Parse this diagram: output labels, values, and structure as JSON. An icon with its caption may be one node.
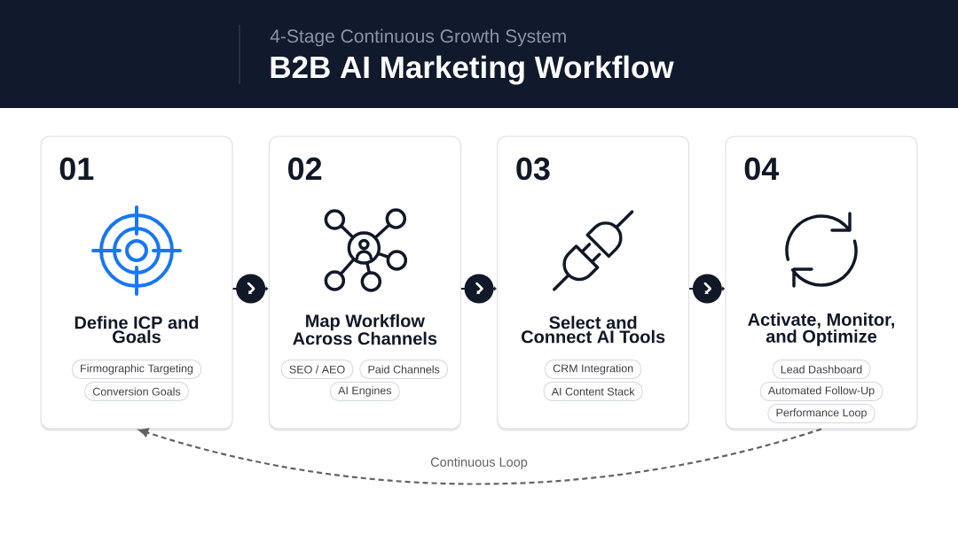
{
  "diagram": {
    "title": "B2B AI Marketing Workflow",
    "nodes": [
      {
        "text": [
          "01",
          "Define ICP and Goals"
        ]
      },
      {
        "text": [
          "Firmographic Targeting"
        ],
        "in": 0
      },
      {
        "text": [
          "Conversion Goals"
        ],
        "in": 0
      },
      {
        "text": [
          "02",
          "Map Workflow Across Channels"
        ]
      },
      {
        "text": [
          "SEO / AEO"
        ],
        "in": 3
      },
      {
        "text": [
          "Paid Channels"
        ],
        "in": 3
      },
      {
        "text": [
          "AI Engines"
        ],
        "in": 3
      },
      {
        "text": [
          "03",
          "Select and Connect AI Tools"
        ]
      },
      {
        "text": [
          "CRM Integration"
        ],
        "in": 7
      },
      {
        "text": [
          "AI Content Stack"
        ],
        "in": 7
      },
      {
        "text": [
          "04",
          "Activate, Monitor, and Optimize"
        ]
      },
      {
        "text": [
          "Lead Dashboard"
        ],
        "in": 10
      },
      {
        "text": [
          "Automated Follow-Up"
        ],
        "in": 10
      },
      {
        "text": [
          "Performance Loop"
        ],
        "in": 10
      }
    ],
    "edges": [
      {
        "from": 0,
        "to": 3,
        "arrow": "to"
      },
      {
        "from": 3,
        "to": 7,
        "arrow": "to"
      },
      {
        "from": 7,
        "to": 10,
        "arrow": "to"
      },
      {
        "from": 10,
        "to": 0,
        "arrow": "to",
        "label": "Continuous Loop",
        "style": "dashed",
        "color": "#5f6368"
      }
    ],
    "labels": [
      "4-Stage Continuous Growth System"
    ]
  }
}
